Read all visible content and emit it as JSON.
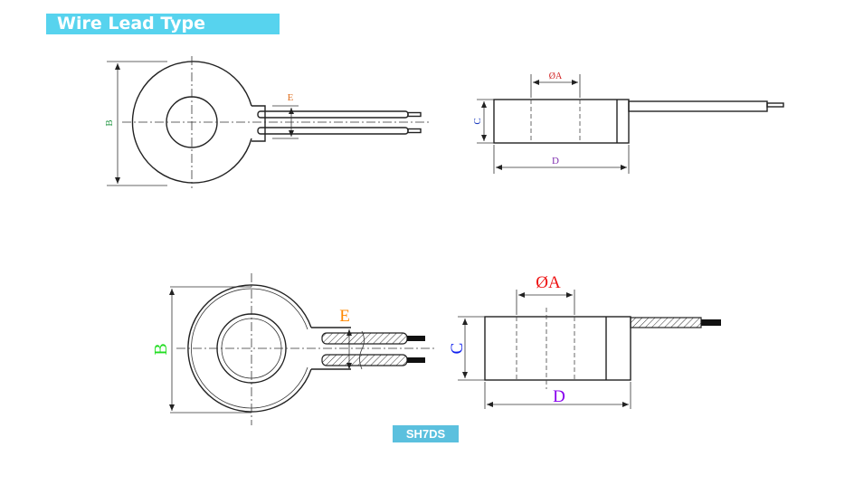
{
  "header": {
    "title": "Wire Lead Type"
  },
  "model": {
    "name": "SH7DS"
  },
  "top_drawing": {
    "labels": {
      "B": "B",
      "E": "E",
      "C": "C",
      "D": "D",
      "A": "ØA"
    }
  },
  "bottom_drawing": {
    "labels": {
      "B": "B",
      "E": "E",
      "C": "C",
      "D": "D",
      "A": "ØA"
    }
  },
  "colors": {
    "title_bg": "#57d3ee",
    "tag_bg": "#5bc0de"
  }
}
